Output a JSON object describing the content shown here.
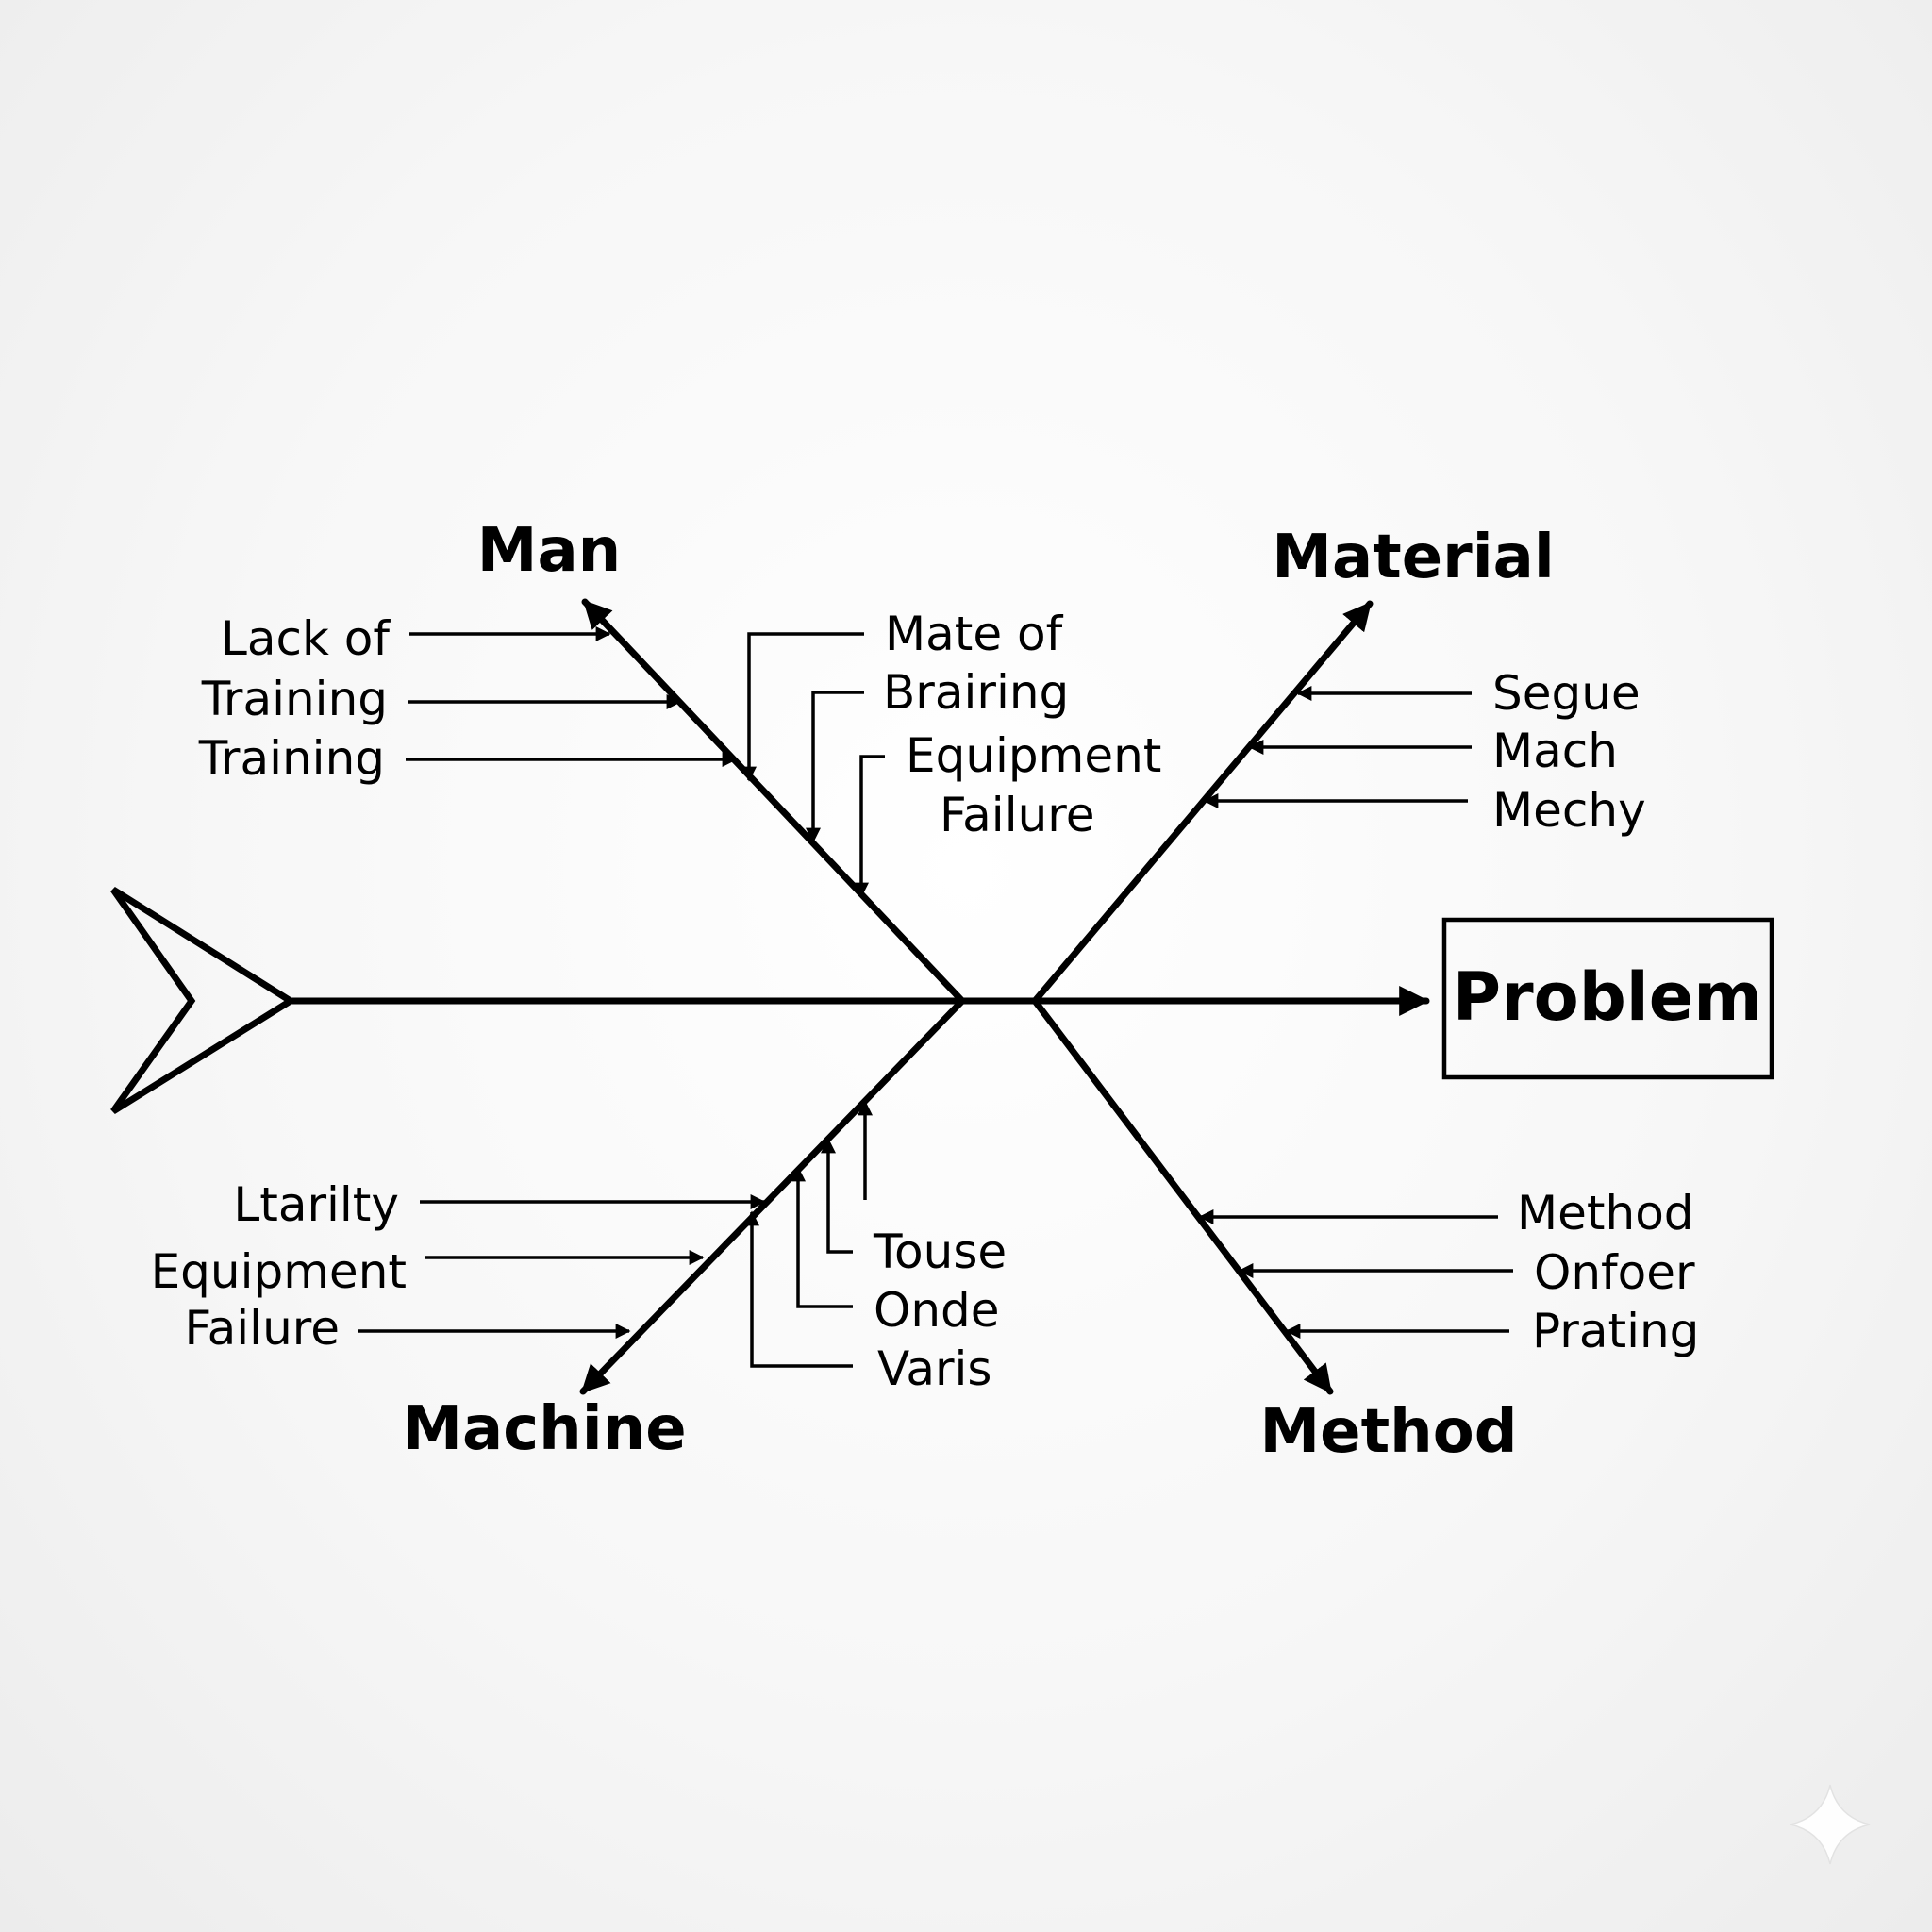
{
  "problem": "Problem",
  "categories": {
    "man": "Man",
    "material": "Material",
    "machine": "Machine",
    "method": "Method"
  },
  "causes": {
    "man_left": [
      "Lack of",
      "Training",
      "Training"
    ],
    "man_right": [
      "Mate of",
      "Brairing",
      "Equipment",
      "Failure"
    ],
    "material": [
      "Segue",
      "Mach",
      "Mechy"
    ],
    "machine_left": [
      "Ltarilty",
      "Equipment",
      "Failure"
    ],
    "machine_right": [
      "Touse",
      "Onde",
      "Varis"
    ],
    "method": [
      "Method",
      "Onfoer",
      "Prating"
    ]
  },
  "colors": {
    "ink": "#000000",
    "background": "#f5f5f5",
    "watermark": "#ffffff"
  },
  "icons": {
    "watermark": "sparkle-icon"
  }
}
